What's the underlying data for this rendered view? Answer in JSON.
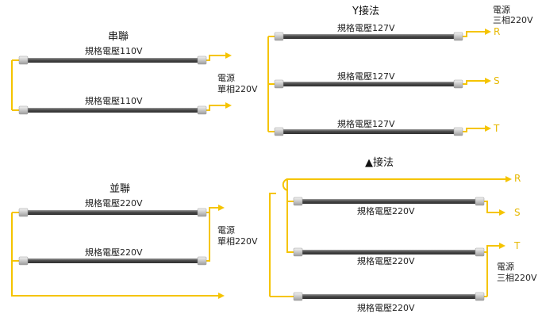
{
  "series_section": {
    "title": "串聯",
    "heater_voltage": [
      "規格電壓110V",
      "規格電壓110V"
    ],
    "power_source": [
      "電源",
      "單相220V"
    ]
  },
  "parallel_section": {
    "title": "並聯",
    "heater_voltage": [
      "規格電壓220V",
      "規格電壓220V"
    ],
    "power_source": [
      "電源",
      "單相220V"
    ]
  },
  "y_section": {
    "title": "Y接法",
    "heater_voltage": [
      "規格電壓127V",
      "規格電壓127V",
      "規格電壓127V"
    ],
    "phases": [
      "R",
      "S",
      "T"
    ],
    "power_source": [
      "電源",
      "三相220V"
    ]
  },
  "delta_section": {
    "title": "▲接法",
    "heater_voltage": [
      "規格電壓220V",
      "規格電壓220V",
      "規格電壓220V"
    ],
    "phases": [
      "R",
      "S",
      "T"
    ],
    "power_source": [
      "電源",
      "三相220V"
    ]
  },
  "colors": {
    "wire": "#f5c400",
    "tube": "#6e6e6e",
    "terminal": "#cfcfcf",
    "phase_text": "#e6b800"
  }
}
